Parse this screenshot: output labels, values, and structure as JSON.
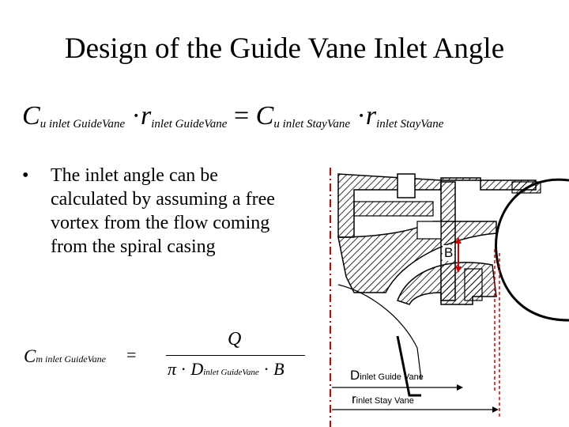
{
  "slide": {
    "title": "Design of the Guide Vane Inlet Angle"
  },
  "equation_top": {
    "c1": "C",
    "c1_sub": "u inlet GuideVane",
    "dot1": "·",
    "r1": "r",
    "r1_sub": "inlet GuideVane",
    "equals": "=",
    "c2": "C",
    "c2_sub": "u inlet StayVane",
    "dot2": "·",
    "r2": "r",
    "r2_sub": "inlet StayVane"
  },
  "bullet": {
    "marker": "•",
    "text": "The inlet angle can be calculated by assuming a free vortex from the flow coming from the spiral casing"
  },
  "equation_bottom": {
    "lhs": "C",
    "lhs_sub": "m inlet GuideVane",
    "equals": "=",
    "numerator": "Q",
    "pi": "π",
    "dot_a": "·",
    "d": "D",
    "d_sub": "inlet GuideVane",
    "dot_b": "·",
    "b": "B"
  },
  "diagram": {
    "label_b": "B",
    "label_d": "D",
    "label_d_sub": "inlet Guide Vane",
    "label_r": "r",
    "label_r_sub": "inlet Stay Vane",
    "accent_color": "#d40000"
  }
}
